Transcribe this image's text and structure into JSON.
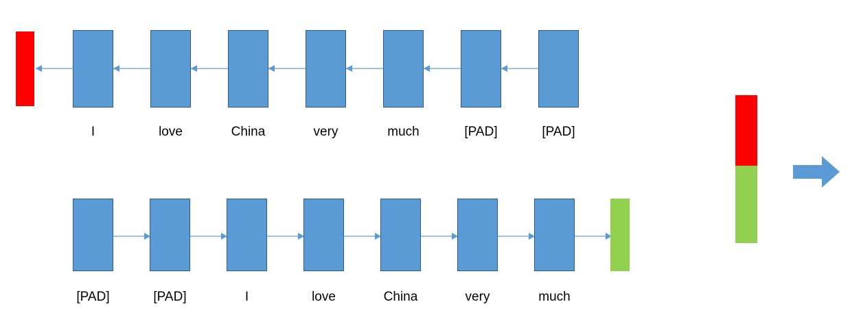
{
  "figure": {
    "type": "diagram",
    "description": "Two padded token sequences processed in opposite directions feeding a stacked red/green output bar",
    "colors": {
      "cell_fill": "#5B9BD5",
      "cell_border": "#2E5A87",
      "connector": "#9DC3E6",
      "arrow": "#5B9BD5",
      "red": "#FF0000",
      "green": "#92D050",
      "background": "#FFFFFF"
    }
  },
  "rows": [
    {
      "id": "backward-row",
      "name": "right-to-left-sequence",
      "direction": "right-to-left",
      "endcap": {
        "name": "output-state-red",
        "color": "#FF0000",
        "position": "left"
      },
      "tokens": [
        "I",
        "love",
        "China",
        "very",
        "much",
        "[PAD]",
        "[PAD]"
      ],
      "cell_count": 7
    },
    {
      "id": "forward-row",
      "name": "left-to-right-sequence",
      "direction": "left-to-right",
      "endcap": {
        "name": "output-state-green",
        "color": "#92D050",
        "position": "right"
      },
      "tokens": [
        "[PAD]",
        "[PAD]",
        "I",
        "love",
        "China",
        "very",
        "much"
      ],
      "cell_count": 7
    }
  ],
  "summary": {
    "name": "concatenated-state-bar",
    "segments": [
      {
        "name": "segment-red",
        "color": "#FF0000",
        "source": "backward-row"
      },
      {
        "name": "segment-green",
        "color": "#92D050",
        "source": "forward-row"
      }
    ]
  },
  "output_arrow": {
    "name": "output-arrow",
    "direction": "right",
    "color": "#5B9BD5"
  }
}
